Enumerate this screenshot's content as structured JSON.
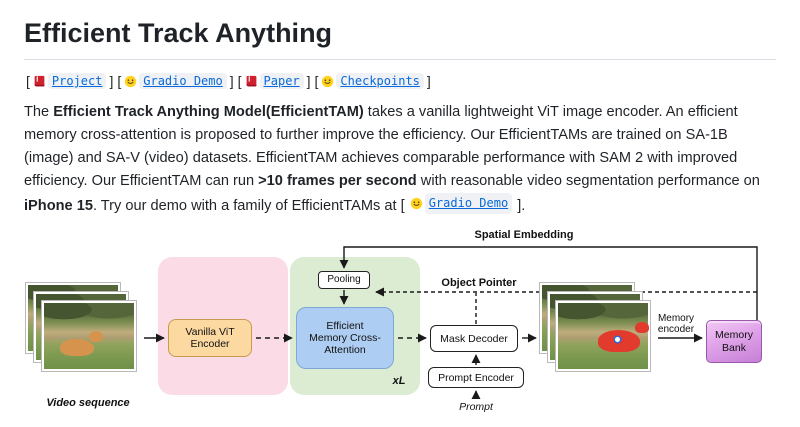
{
  "header": {
    "title": "Efficient Track Anything"
  },
  "badges": {
    "open": "[",
    "close": "]",
    "items": [
      {
        "label": "Project",
        "icon": "red-book"
      },
      {
        "label": "Gradio Demo",
        "icon": "hugging-face"
      },
      {
        "label": "Paper",
        "icon": "red-book"
      },
      {
        "label": "Checkpoints",
        "icon": "hugging-face"
      }
    ]
  },
  "intro": {
    "t1": "The ",
    "b1": "Efficient Track Anything Model(EfficientTAM)",
    "t2": " takes a vanilla lightweight ViT image encoder. An efficient memory cross-attention is proposed to further improve the efficiency. Our EfficientTAMs are trained on SA-1B (image) and SA-V (video) datasets. EfficientTAM achieves comparable performance with SAM 2 with improved efficiency. Our EfficientTAM can run ",
    "b2": ">10 frames per second",
    "t3": " with reasonable video segmentation performance on ",
    "b3": "iPhone 15",
    "t4": ". Try our demo with a family of EfficientTAMs at [ ",
    "demo_link": "Gradio Demo",
    "t5": " ]."
  },
  "diagram": {
    "spatial_embedding": "Spatial Embedding",
    "object_pointer": "Object Pointer",
    "pooling": "Pooling",
    "vit_encoder": "Vanilla ViT Encoder",
    "memory_cross_attention": "Efficient Memory Cross-Attention",
    "repeat": "xL",
    "mask_decoder": "Mask Decoder",
    "prompt_encoder": "Prompt Encoder",
    "prompt": "Prompt",
    "memory_encoder": "Memory encoder",
    "memory_bank": "Memory Bank",
    "video_sequence": "Video sequence"
  },
  "colors": {
    "link_blue": "#0969da",
    "encoder_region_pink": "#fbdce6",
    "memory_region_green": "#dcecd3",
    "vit_box_orange": "#fcd9a0",
    "attention_box_blue": "#aecdf2",
    "memory_bank_purple": "#dfa3e8",
    "segmentation_mask_red": "#e23a2c"
  }
}
